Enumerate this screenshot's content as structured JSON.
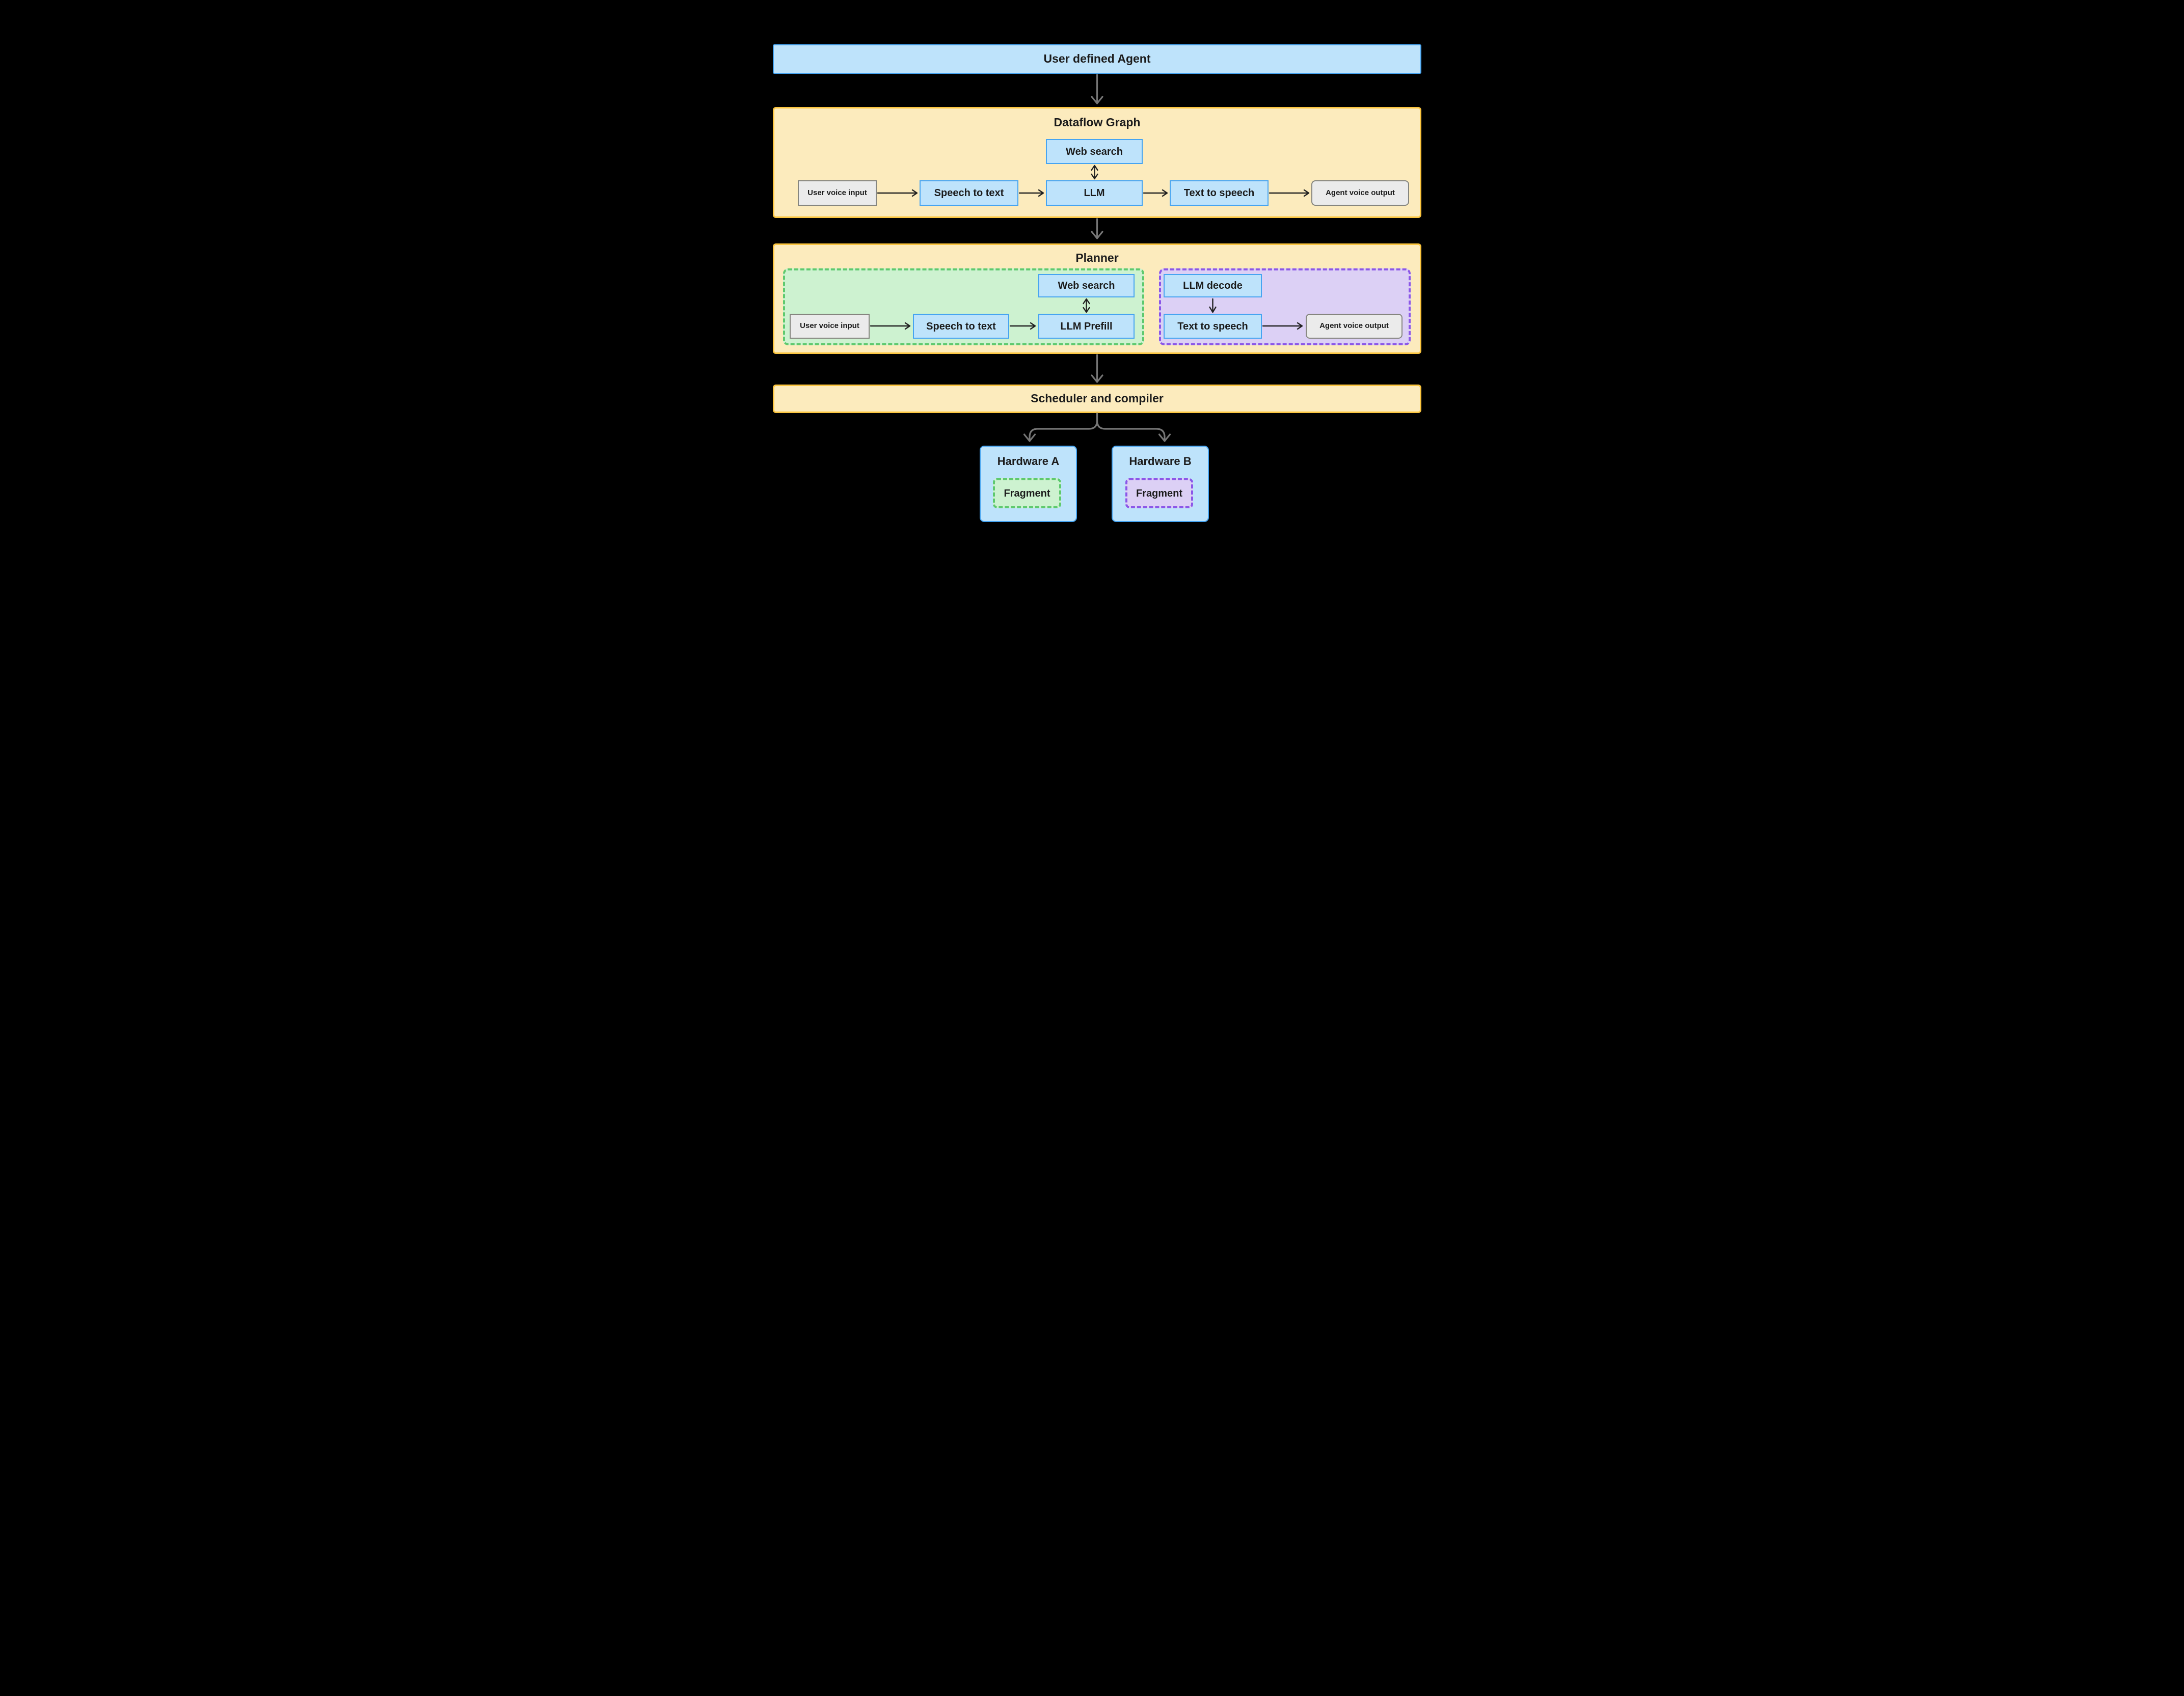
{
  "colors": {
    "background": "#000000",
    "blue_fill": "#bee3fb",
    "blue_border": "#46a4f1",
    "yellow_fill": "#fcebbd",
    "yellow_border": "#fbc53f",
    "green_fill": "#cdf2d0",
    "green_border": "#5ec96e",
    "purple_fill": "#dcd0f5",
    "purple_border": "#8b57e8",
    "gray_fill": "#ebebeb",
    "gray_border": "#85857f",
    "text": "#1b1b1b",
    "arrow_dark": "#202020",
    "arrow_gray": "#767676"
  },
  "user_agent_box": {
    "label": "User defined Agent"
  },
  "dataflow_graph": {
    "title": "Dataflow Graph",
    "web_search": "Web search",
    "user_voice_input": "User voice input",
    "speech_to_text": "Speech to text",
    "llm": "LLM",
    "text_to_speech": "Text to speech",
    "agent_voice_output": "Agent voice output"
  },
  "planner": {
    "title": "Planner",
    "prefill_group": {
      "web_search": "Web search",
      "user_voice_input": "User voice input",
      "speech_to_text": "Speech to text",
      "llm_prefill": "LLM Prefill"
    },
    "decode_group": {
      "llm_decode": "LLM decode",
      "text_to_speech": "Text to speech",
      "agent_voice_output": "Agent voice output"
    }
  },
  "scheduler_box": {
    "label": "Scheduler and compiler"
  },
  "hardware": [
    {
      "label": "Hardware A",
      "fragment_label": "Fragment",
      "variant": "green"
    },
    {
      "label": "Hardware B",
      "fragment_label": "Fragment",
      "variant": "purple"
    }
  ]
}
